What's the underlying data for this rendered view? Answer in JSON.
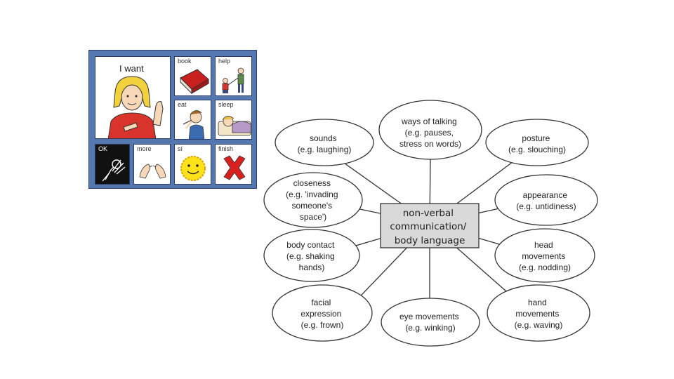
{
  "board": {
    "cells": [
      {
        "label": "I want"
      },
      {
        "label": "book"
      },
      {
        "label": "help"
      },
      {
        "label": "eat"
      },
      {
        "label": "sleep"
      },
      {
        "label": "OK"
      },
      {
        "label": "more"
      },
      {
        "label": "sí"
      },
      {
        "label": "finish"
      }
    ]
  },
  "mindmap": {
    "center": [
      "non-verbal",
      "communication/",
      "body language"
    ],
    "bubbles": [
      {
        "lines": [
          "ways of talking",
          "(e.g. pauses,",
          "stress on words)"
        ]
      },
      {
        "lines": [
          "sounds",
          "(e.g. laughing)"
        ]
      },
      {
        "lines": [
          "posture",
          "(e.g. slouching)"
        ]
      },
      {
        "lines": [
          "closeness",
          "(e.g. 'invading",
          "someone's",
          "space')"
        ]
      },
      {
        "lines": [
          "appearance",
          "(e.g. untidiness)"
        ]
      },
      {
        "lines": [
          "body contact",
          "(e.g. shaking",
          "hands)"
        ]
      },
      {
        "lines": [
          "head",
          "movements",
          "(e.g. nodding)"
        ]
      },
      {
        "lines": [
          "facial",
          "expression",
          "(e.g. frown)"
        ]
      },
      {
        "lines": [
          "eye movements",
          "(e.g. winking)"
        ]
      },
      {
        "lines": [
          "hand",
          "movements",
          "(e.g. waving)"
        ]
      }
    ]
  },
  "colors": {
    "board_bg": "#5577b0",
    "line": "#333333",
    "center_fill": "#d9d9d9"
  }
}
